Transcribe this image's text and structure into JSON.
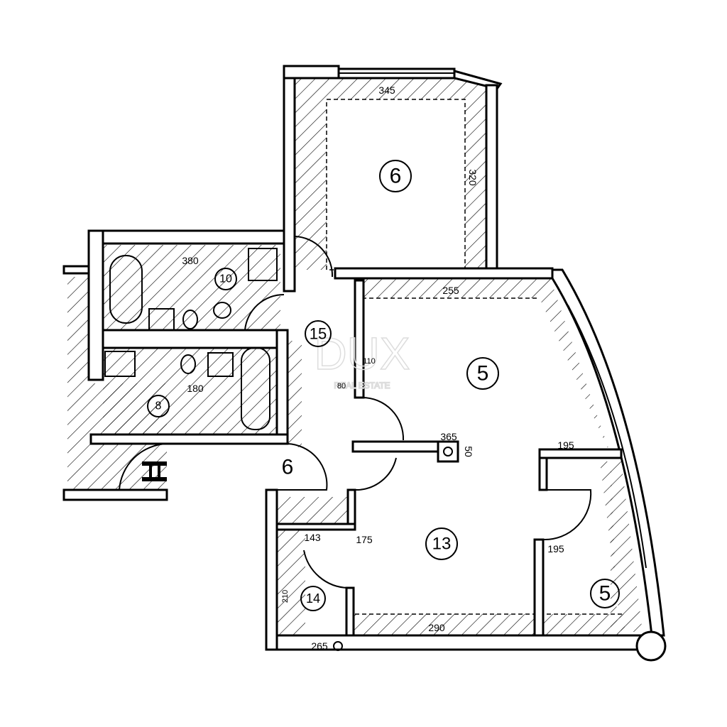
{
  "watermark": {
    "brand": "DUX",
    "tagline": "REAL ESTATE"
  },
  "rooms": [
    {
      "id": "room-top",
      "label": "6"
    },
    {
      "id": "room-living",
      "label": "5"
    },
    {
      "id": "room-hall",
      "label": "15"
    },
    {
      "id": "room-bath-top",
      "label": "10"
    },
    {
      "id": "room-bath-bottom",
      "label": "8"
    },
    {
      "id": "room-lower-middle",
      "label": "13"
    },
    {
      "id": "room-small",
      "label": "14"
    },
    {
      "id": "room-lower-right",
      "label": "5"
    },
    {
      "id": "room-entry",
      "label": "6"
    }
  ],
  "dimensions": {
    "top_width": "345",
    "top_height": "320",
    "bath_top_width": "380",
    "bath_bottom_width": "180",
    "living_width": "255",
    "partition_width": "365",
    "partition_depth": "50",
    "right_room_width": "195",
    "right_room_door": "195",
    "small_room_width": "143",
    "corridor_width": "175",
    "bottom_width": "290",
    "bottom_left_width": "265",
    "hall_door_a": "110",
    "hall_door_b": "80",
    "small_room_height": "210"
  }
}
